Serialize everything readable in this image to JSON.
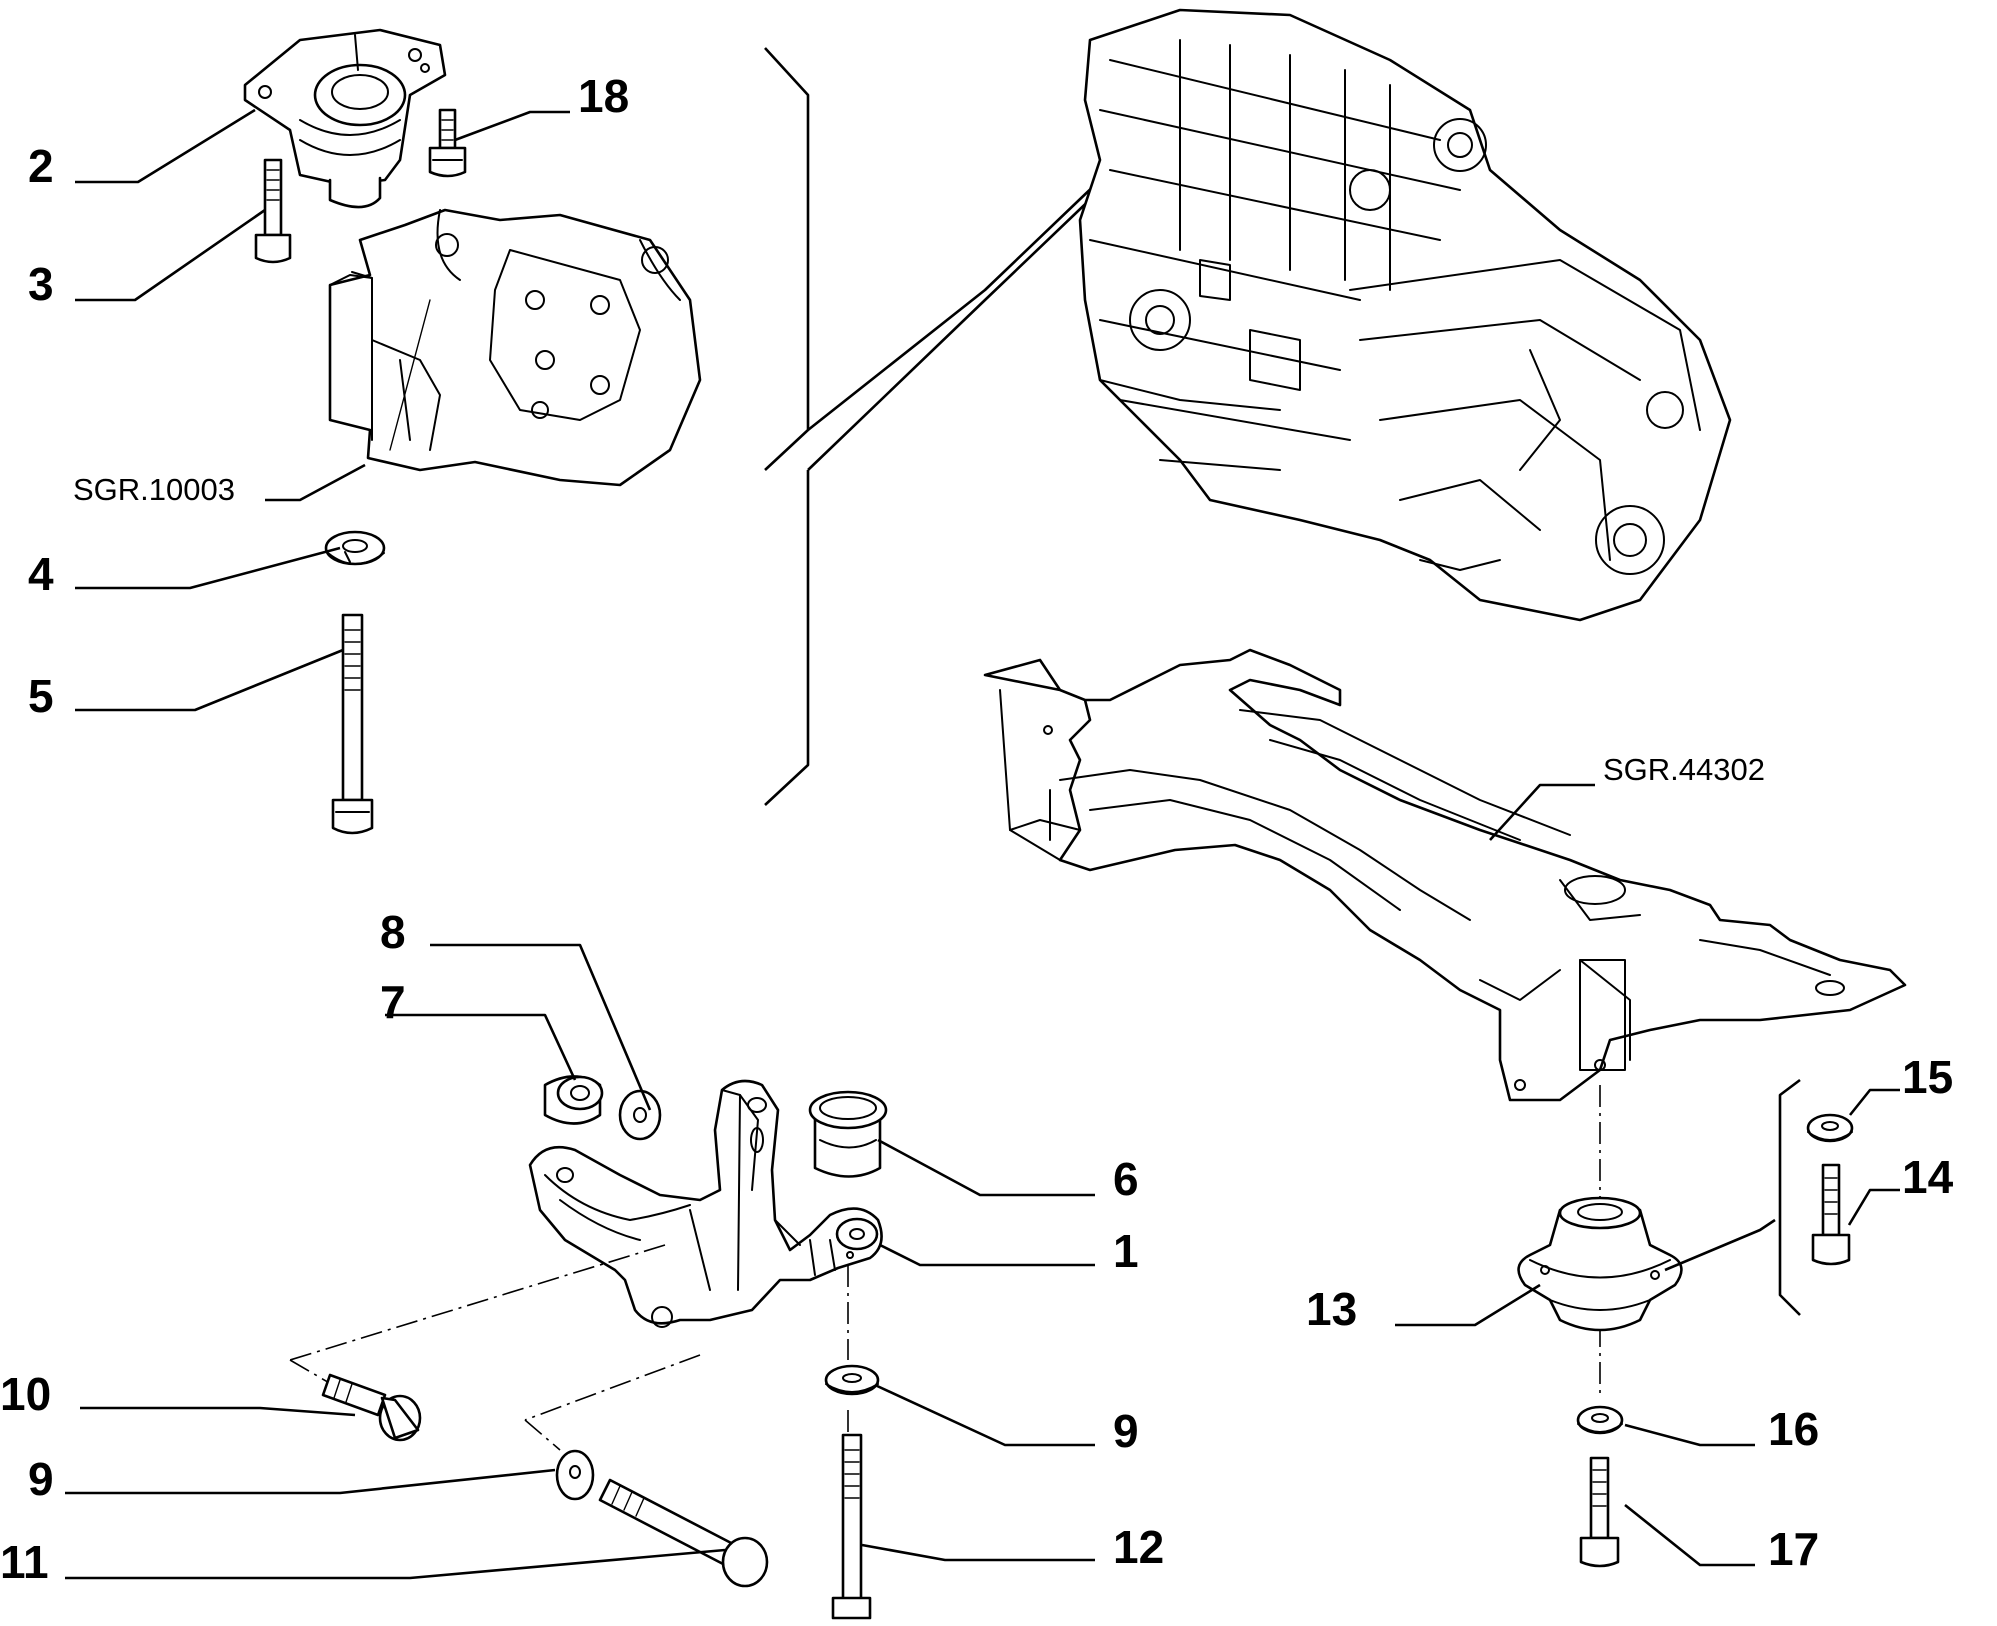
{
  "diagram": {
    "labels": {
      "p1": "1",
      "p2": "2",
      "p3": "3",
      "p4": "4",
      "p5": "5",
      "p6": "6",
      "p7": "7",
      "p8": "8",
      "p9a": "9",
      "p9b": "9",
      "p10": "10",
      "p11": "11",
      "p12": "12",
      "p13": "13",
      "p14": "14",
      "p15": "15",
      "p16": "16",
      "p17": "17",
      "p18": "18",
      "ref_engine_mount": "SGR.10003",
      "ref_subframe": "SGR.44302"
    },
    "colors": {
      "line": "#000000",
      "background": "#ffffff"
    }
  }
}
